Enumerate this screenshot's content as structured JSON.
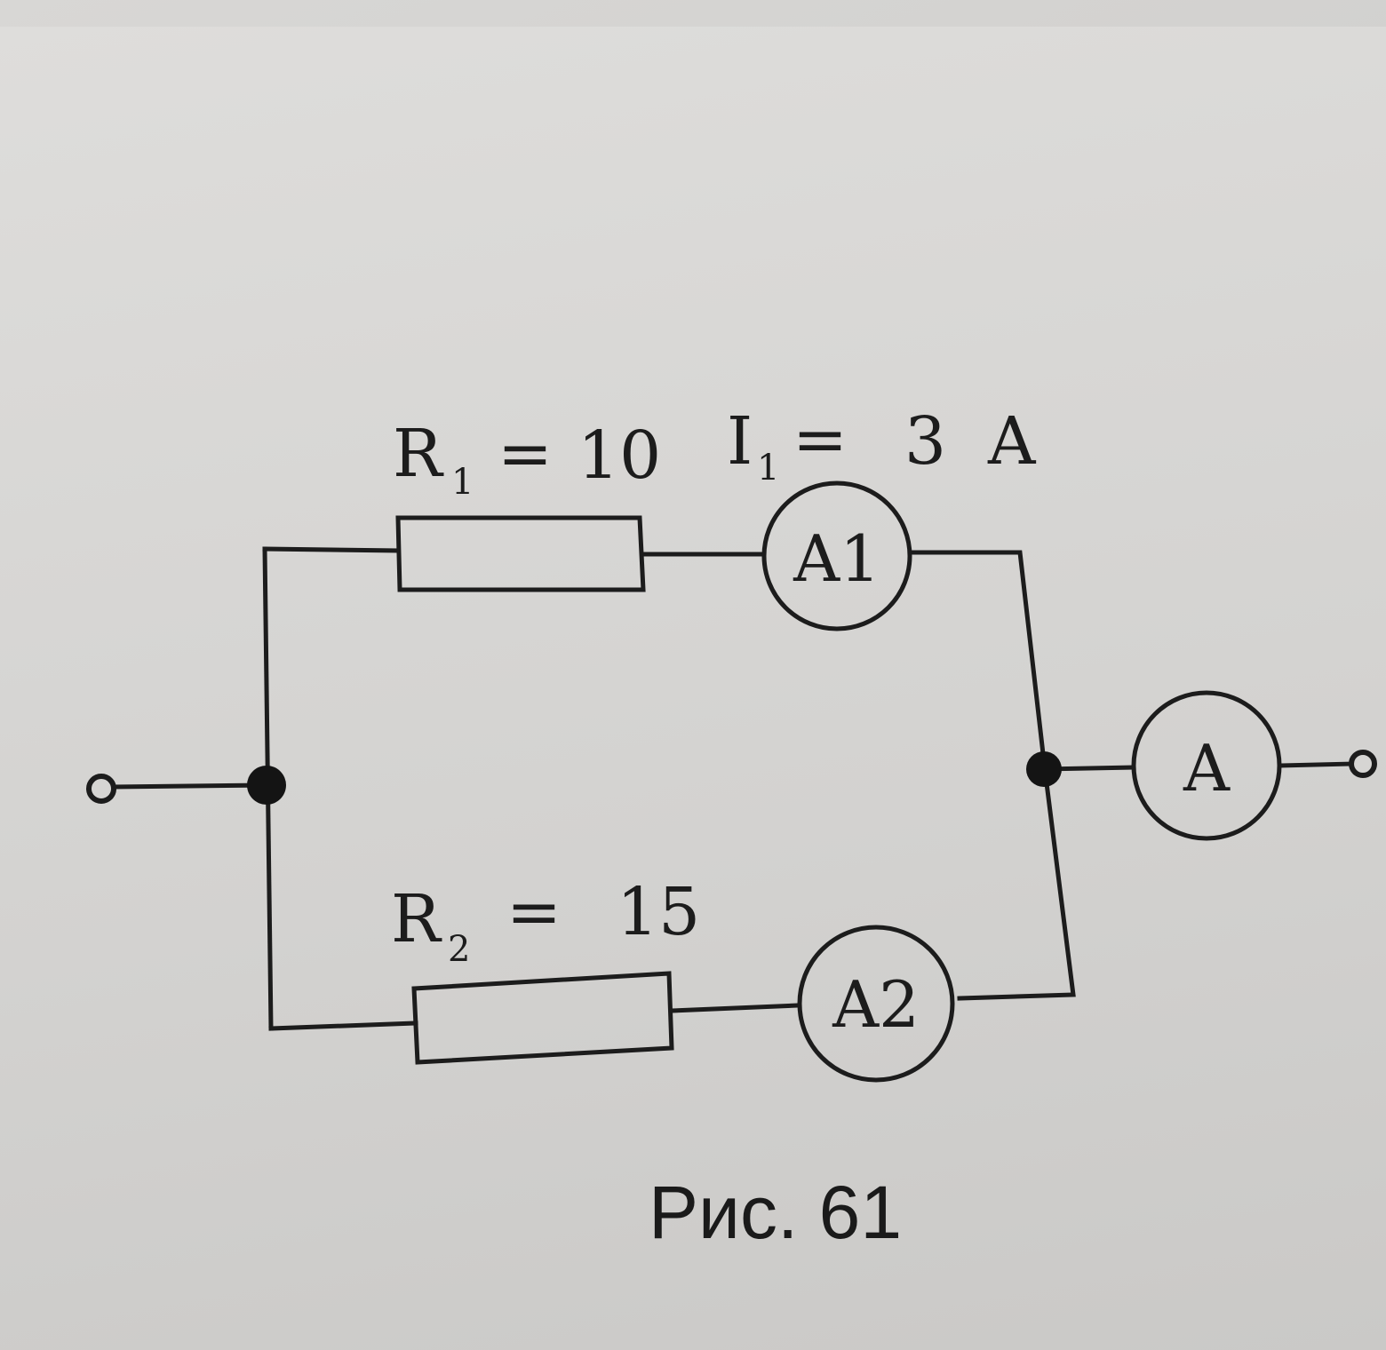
{
  "diagram": {
    "r1": {
      "symbol": "R",
      "subscript": "1",
      "equals": "=",
      "value": "10"
    },
    "i1": {
      "symbol": "I",
      "subscript": "1",
      "equals": "=",
      "value": "3",
      "unit": "A"
    },
    "r2": {
      "symbol": "R",
      "subscript": "2",
      "equals": "=",
      "value": "15"
    },
    "meters": {
      "a1": "A1",
      "a2": "A2",
      "a": "A"
    }
  },
  "caption": "Рис. 61"
}
